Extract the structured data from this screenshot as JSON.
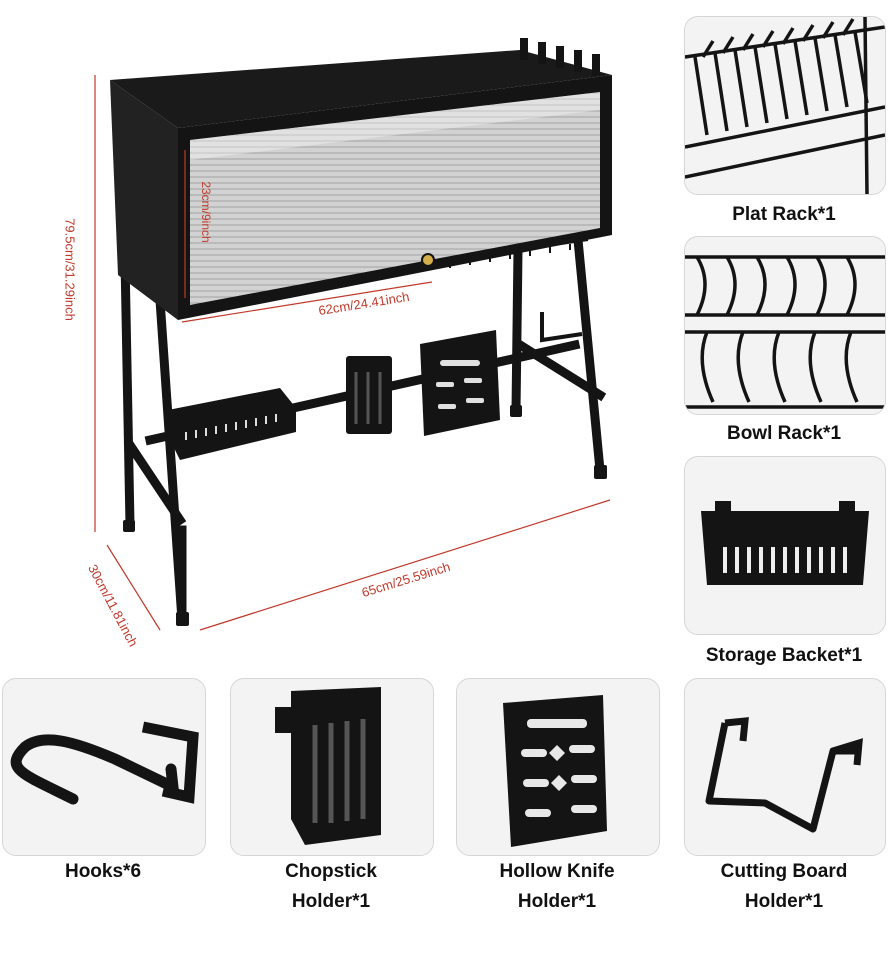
{
  "dimensions": {
    "height": "79.5cm/31.29inch",
    "inner_height": "23cm/9inch",
    "inner_width": "62cm/24.41inch",
    "depth": "30cm/11.81inch",
    "width": "65cm/25.59inch"
  },
  "parts": [
    {
      "line1": "Plat Rack*1",
      "line2": ""
    },
    {
      "line1": "Bowl Rack*1",
      "line2": ""
    },
    {
      "line1": "Storage Backet*1",
      "line2": ""
    },
    {
      "line1": "Hooks*6",
      "line2": ""
    },
    {
      "line1": "Chopstick",
      "line2": "Holder*1"
    },
    {
      "line1": "Hollow Knife",
      "line2": "Holder*1"
    },
    {
      "line1": "Cutting Board",
      "line2": "Holder*1"
    }
  ],
  "colors": {
    "dimension": "#c0392b",
    "product": "#141414",
    "panel_bg": "#f3f3f3"
  }
}
